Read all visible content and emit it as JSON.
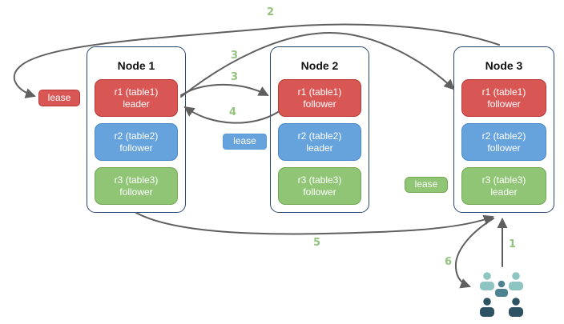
{
  "nodes": [
    {
      "title": "Node 1",
      "replicas": [
        {
          "name": "r1 (table1)",
          "role": "leader",
          "color": "#d85754"
        },
        {
          "name": "r2 (table2)",
          "role": "follower",
          "color": "#66a3dd"
        },
        {
          "name": "r3 (table3)",
          "role": "follower",
          "color": "#90c575"
        }
      ]
    },
    {
      "title": "Node 2",
      "replicas": [
        {
          "name": "r1 (table1)",
          "role": "follower",
          "color": "#d85754"
        },
        {
          "name": "r2 (table2)",
          "role": "leader",
          "color": "#66a3dd"
        },
        {
          "name": "r3 (table3)",
          "role": "follower",
          "color": "#90c575"
        }
      ]
    },
    {
      "title": "Node 3",
      "replicas": [
        {
          "name": "r1 (table1)",
          "role": "follower",
          "color": "#d85754"
        },
        {
          "name": "r2 (table2)",
          "role": "follower",
          "color": "#66a3dd"
        },
        {
          "name": "r3 (table3)",
          "role": "leader",
          "color": "#90c575"
        }
      ]
    }
  ],
  "leases": {
    "red": {
      "label": "lease",
      "color": "#d85754"
    },
    "blue": {
      "label": "lease",
      "color": "#66a3dd"
    },
    "green": {
      "label": "lease",
      "color": "#90c575"
    }
  },
  "steps": {
    "s1": "1",
    "s2": "2",
    "s3a": "3",
    "s3b": "3",
    "s4": "4",
    "s5": "5",
    "s6": "6"
  },
  "colors": {
    "arrow": "#5f5f5f",
    "step_label": "#93c47d",
    "node_border": "#27466f",
    "users_light": "#8ec4c1",
    "users_mid": "#4d8391",
    "users_dark": "#2d5263"
  },
  "icons": {
    "users": "users-group-icon"
  }
}
